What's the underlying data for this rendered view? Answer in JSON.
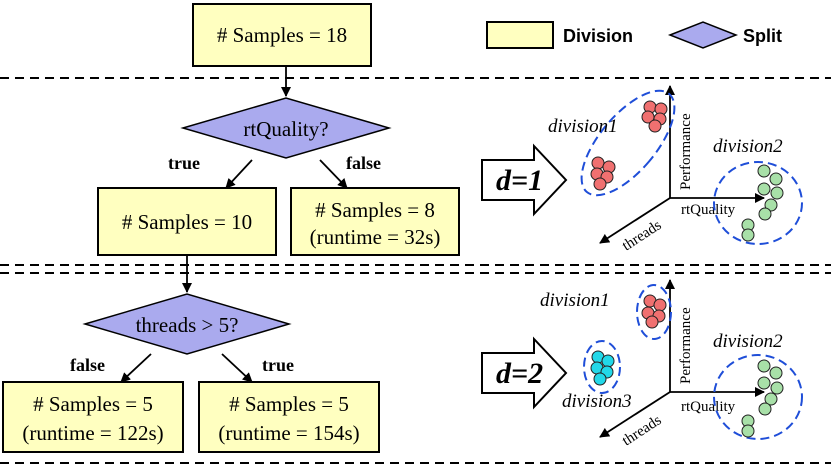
{
  "legend": {
    "division": "Division",
    "split": "Split"
  },
  "tree": {
    "root": "# Samples = 18",
    "split1": "rtQuality?",
    "split1_true": "true",
    "split1_false": "false",
    "node_true": "# Samples = 10",
    "node_false_line1": "# Samples = 8",
    "node_false_line2": "(runtime = 32s)",
    "split2": "threads > 5?",
    "split2_false": "false",
    "split2_true": "true",
    "leaf_false_line1": "# Samples = 5",
    "leaf_false_line2": "(runtime = 122s)",
    "leaf_true_line1": "# Samples = 5",
    "leaf_true_line2": "(runtime = 154s)"
  },
  "d1": {
    "label": "d=1",
    "division1": "division1",
    "division2": "division2",
    "axis_y": "Performance",
    "axis_x": "rtQuality",
    "axis_z": "threads"
  },
  "d2": {
    "label": "d=2",
    "division1": "division1",
    "division2": "division2",
    "division3": "division3",
    "axis_y": "Performance",
    "axis_x": "rtQuality",
    "axis_z": "threads"
  },
  "colors": {
    "division_fill": "#ffffc0",
    "split_fill": "#aaaaee",
    "ellipse_stroke": "#1f4ed8",
    "red_points": "#f07070",
    "green_points": "#a8e0a8",
    "cyan_points": "#22d8e8"
  }
}
